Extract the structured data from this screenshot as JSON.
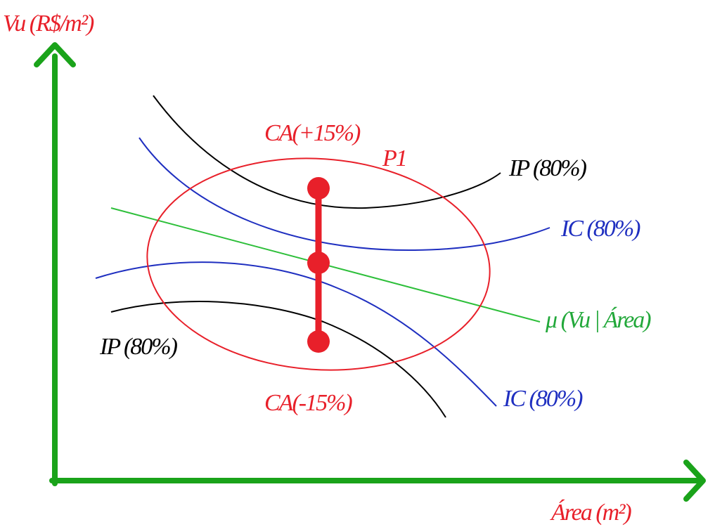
{
  "labels": {
    "y_axis": "Vu (R$/m²)",
    "x_axis": "Área (m²)",
    "ca_upper": "CA(+15%)",
    "ca_lower": "CA(-15%)",
    "p1": "P1",
    "ip_upper": "IP (80%)",
    "ip_lower": "IP (80%)",
    "ic_upper": "IC (80%)",
    "ic_lower": "IC (80%)",
    "mean": "μ (Vu | Área)"
  },
  "colors": {
    "axis": "#1aa31a",
    "ip": "#000000",
    "ic": "#1f2fc0",
    "mean": "#2dbf3a",
    "field": "#e8202a",
    "points": "#e8202a"
  }
}
